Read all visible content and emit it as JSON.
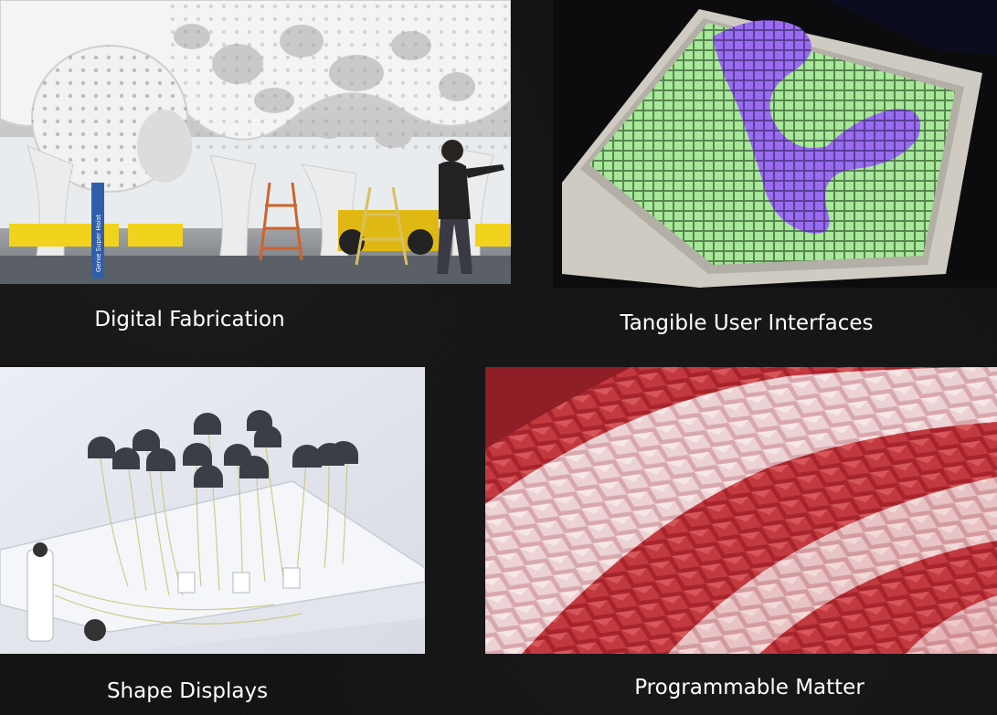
{
  "panels": [
    {
      "id": "digital-fabrication",
      "caption": "Digital Fabrication"
    },
    {
      "id": "tangible-user-interfaces",
      "caption": "Tangible User Interfaces"
    },
    {
      "id": "shape-displays",
      "caption": "Shape Displays"
    },
    {
      "id": "programmable-matter",
      "caption": "Programmable Matter"
    }
  ],
  "photo_labels": {
    "fabrication_post": "Genie Super Hoist"
  },
  "colors": {
    "background": "#141414",
    "caption_text": "#ffffff",
    "tui_green": "#a8e89a",
    "tui_purple": "#9a6cf0",
    "matter_red": "#b32a32",
    "matter_pink": "#e8c4c8"
  }
}
